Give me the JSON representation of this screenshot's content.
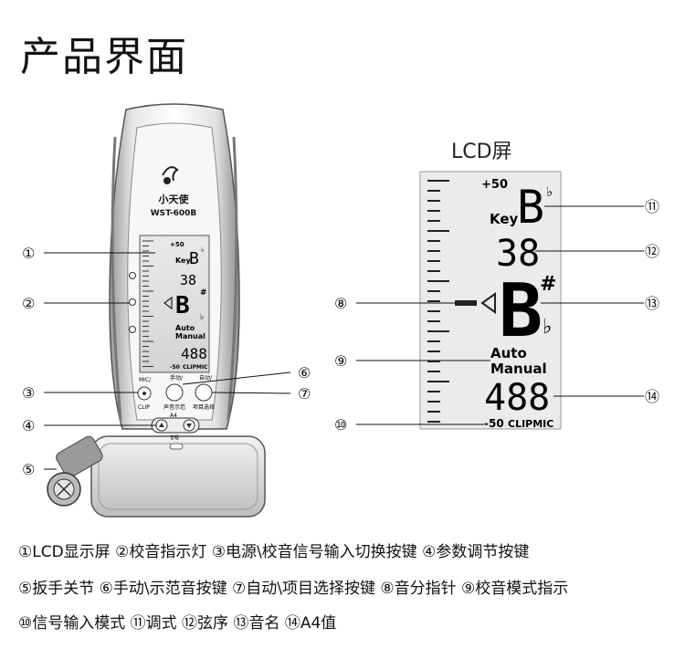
{
  "page": {
    "title": "产品界面",
    "lcd_heading": "LCD屏"
  },
  "device": {
    "brand": "小天使",
    "model": "WST-600B",
    "mic_label": "MIC/",
    "clip_label": "CLIP",
    "btn6_label_top": "手动/",
    "btn6_label_bottom": "声音示范",
    "btn7_label_top": "自动/",
    "btn7_label_bottom": "项目选择",
    "a4_label": "A4",
    "a4_sub": "音程"
  },
  "lcd": {
    "plus50": "+50",
    "key_label": "Key",
    "key_value": "B",
    "flat_symbol": "♭",
    "string_order": "38",
    "note_value": "B",
    "sharp_symbol": "#",
    "auto_label": "Auto",
    "manual_label": "Manual",
    "a4_value": "488",
    "minus50": "-50",
    "clip_mic": "CLIPMIC"
  },
  "callouts": {
    "c1": "①",
    "c2": "②",
    "c3": "③",
    "c4": "④",
    "c5": "⑤",
    "c6": "⑥",
    "c7": "⑦",
    "c8": "⑧",
    "c9": "⑨",
    "c10": "⑩",
    "c11": "⑪",
    "c12": "⑫",
    "c13": "⑬",
    "c14": "⑭"
  },
  "legend": {
    "line1": "①LCD显示屏 ②校音指示灯 ③电源\\校音信号输入切换按键 ④参数调节按键",
    "line2": "⑤扳手关节 ⑥手动\\示范音按键 ⑦自动\\项目选择按键 ⑧音分指针 ⑨校音模式指示",
    "line3": "⑩信号输入模式 ⑪调式 ⑫弦序 ⑬音名 ⑭A4值"
  }
}
